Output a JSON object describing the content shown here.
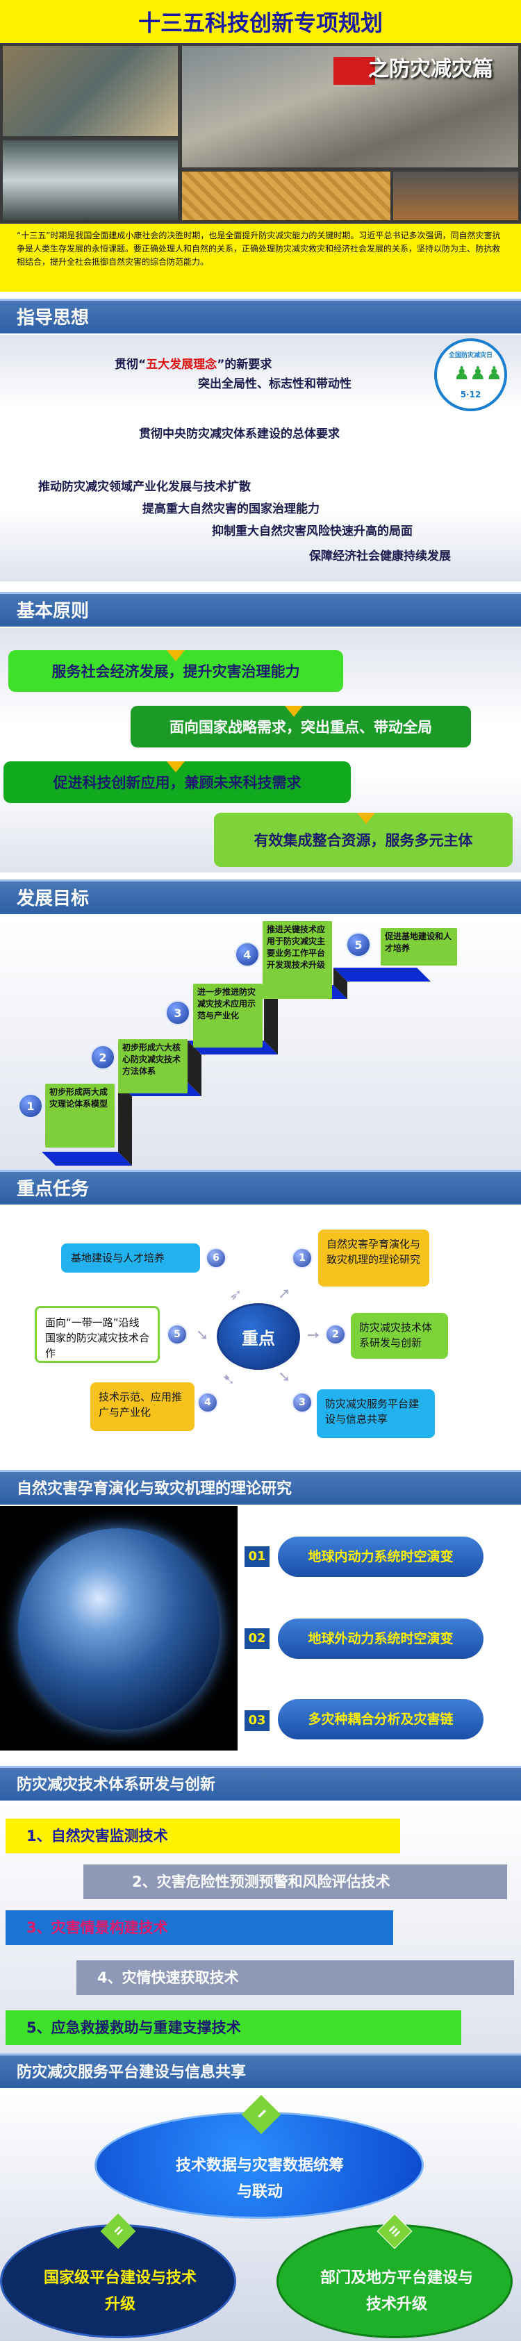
{
  "header": {
    "title": "十三五科技创新专项规划",
    "subtitle": "之防灾减灾篇",
    "intro": "“十三五”时期是我国全面建成小康社会的决胜时期，也是全面提升防灾减灾能力的关键时期。习近平总书记多次强调，同自然灾害抗争是人类生存发展的永恒课题。要正确处理人和自然的关系，正确处理防灾减灾救灾和经济社会发展的关系，坚持以防为主、防抗救相结合，提升全社会抵御自然灾害的综合防范能力。"
  },
  "colors": {
    "title_bg": "#fff200",
    "title_text": "#1a1aa0",
    "sec_bar": "#2d5fa6",
    "green": "#3ecf2a",
    "dark_green": "#1a9a22",
    "yellow": "#fff200",
    "blue": "#1c74d6"
  },
  "guiding": {
    "title": "指导思想",
    "l1_pre": "贯彻“",
    "l1_red": "五大发展理念",
    "l1_post": "”的新要求",
    "l2": "突出全局性、标志性和带动性",
    "l3": "贯彻中央防灾减灾体系建设的总体要求",
    "l4": "推动防灾减灾领域产业化发展与技术扩散",
    "l5": "提高重大自然灾害的国家治理能力",
    "l6": "抑制重大自然灾害风险快速升高的局面",
    "l7": "保障经济社会健康持续发展",
    "logo_top": "全国防灾减灾日",
    "logo_date": "5·12"
  },
  "principles": {
    "title": "基本原则",
    "p1": "服务社会经济发展，提升灾害治理能力",
    "p2": "面向国家战略需求，突出重点、带动全局",
    "p3": "促进科技创新应用，兼顾未来科技需求",
    "p4": "有效集成整合资源，服务多元主体"
  },
  "goals": {
    "title": "发展目标",
    "items": [
      {
        "num": "1",
        "text": "初步形成两大成灾理论体系模型"
      },
      {
        "num": "2",
        "text": "初步形成六大核心防灾减灾技术方法体系"
      },
      {
        "num": "3",
        "text": "进一步推进防灾减灾技术应用示范与产业化"
      },
      {
        "num": "4",
        "text": "推进关键技术应用于防灾减灾主要业务工作平台开发现技术升级"
      },
      {
        "num": "5",
        "text": "促进基地建设和人才培养"
      }
    ]
  },
  "tasks": {
    "title": "重点任务",
    "center": "重点",
    "t1": "自然灾害孕育演化与致灾机理的理论研究",
    "t2": "防灾减灾技术体系研发与创新",
    "t3": "防灾减灾服务平台建设与信息共享",
    "t4": "技术示范、应用推广与产业化",
    "t5": "面向“一带一路”沿线国家的防灾减灾技术合作",
    "t6": "基地建设与人才培养",
    "n1": "1",
    "n2": "2",
    "n3": "3",
    "n4": "4",
    "n5": "5",
    "n6": "6"
  },
  "theory": {
    "title": "自然灾害孕育演化与致灾机理的理论研究",
    "items": [
      {
        "num": "01",
        "text": "地球内动力系统时空演变"
      },
      {
        "num": "02",
        "text": "地球外动力系统时空演变"
      },
      {
        "num": "03",
        "text": "多灾种耦合分析及灾害链"
      }
    ]
  },
  "tech": {
    "title": "防灾减灾技术体系研发与创新",
    "r1": "1、自然灾害监测技术",
    "r2": "2、灾害危险性预测预警和风险评估技术",
    "r3": "3、灾害情景构建技术",
    "r4": "4、灾情快速获取技术",
    "r5": "5、应急救援救助与重建支撑技术"
  },
  "platform": {
    "title": "防灾减灾服务平台建设与信息共享",
    "main_num": "I",
    "main": "技术数据与灾害数据统筹与联动",
    "left_num": "II",
    "left": "国家级平台建设与技术升级",
    "right_num": "III",
    "right": "部门及地方平台建设与技术升级"
  }
}
